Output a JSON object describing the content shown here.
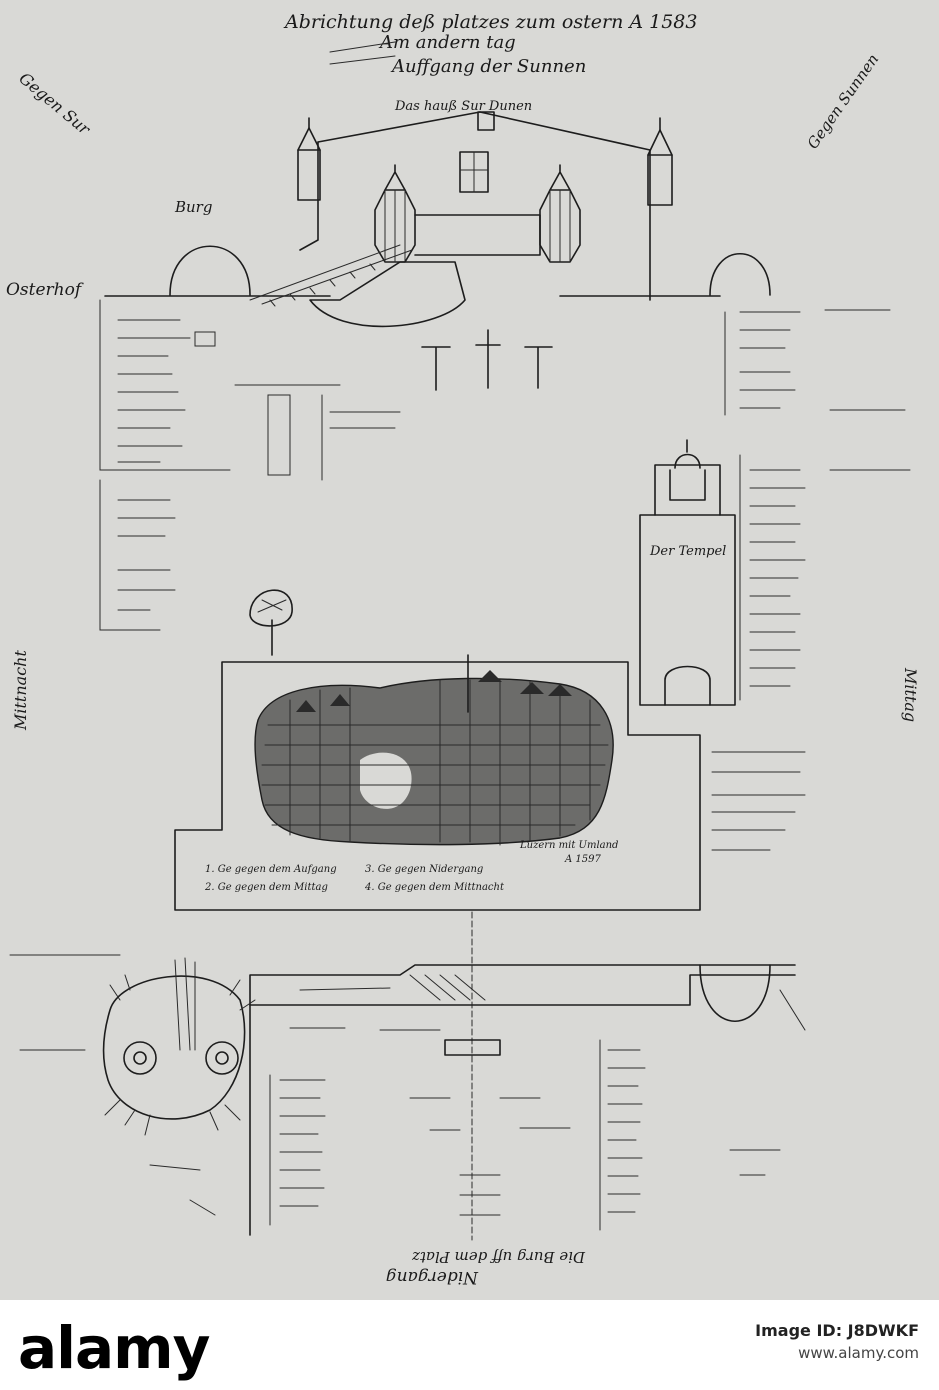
{
  "manuscript": {
    "title_line1": "Abrichtung deß platzes zum ostern A 1583",
    "title_line2": "Am andern tag",
    "title_line3": "Auffgang der Sunnen",
    "labels": {
      "top_center": "Das hauß Sur Dunen",
      "left_margin_top": "Gegen Sur",
      "right_margin_top": "Gegen Sunnen",
      "burg": "Burg",
      "left_margin_mid": "Osterhof",
      "left_margin_lower": "Mittnacht",
      "right_margin_mid": "Mittag",
      "right_tall_tower": "Der Tempel",
      "bottom_center": "Nidergang",
      "bottom_mirrored": "Die Burg uff dem Platz",
      "map_caption_right": "Luzern mit Umland",
      "map_caption_year": "A 1597"
    },
    "map_legend": [
      "1. Ge gegen dem Aufgang",
      "2. Ge gegen dem Mittag",
      "3. Ge gegen Nidergang",
      "4. Ge gegen dem Mittnacht"
    ]
  },
  "footer": {
    "logo": "alamy",
    "image_id_label": "Image ID: J8DWKF",
    "site": "www.alamy.com"
  }
}
